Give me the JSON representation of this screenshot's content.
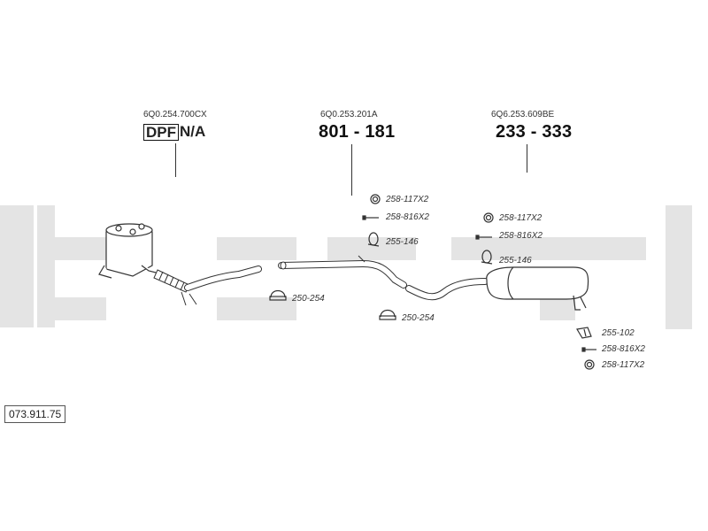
{
  "catalog_number": "073.911.75",
  "parts": {
    "dpf": {
      "oem": "6Q0.254.700CX",
      "label": "DPF",
      "number": "N/A"
    },
    "middle": {
      "oem": "6Q0.253.201A",
      "number": "801 - 181"
    },
    "rear": {
      "oem": "6Q6.253.609BE",
      "number": "233 - 333"
    }
  },
  "hardware": {
    "front_clamp": "250-254",
    "mid_clamp": "250-254",
    "mid_ring": "258-117X2",
    "mid_bolt": "258-816X2",
    "mid_hanger": "255-146",
    "rear_ring": "258-117X2",
    "rear_bolt": "258-816X2",
    "rear_hanger": "255-146",
    "tail_hanger": "255-102",
    "tail_bolt": "258-816X2",
    "tail_ring": "258-117X2"
  },
  "colors": {
    "watermark": "#e4e4e4",
    "line": "#333333"
  }
}
